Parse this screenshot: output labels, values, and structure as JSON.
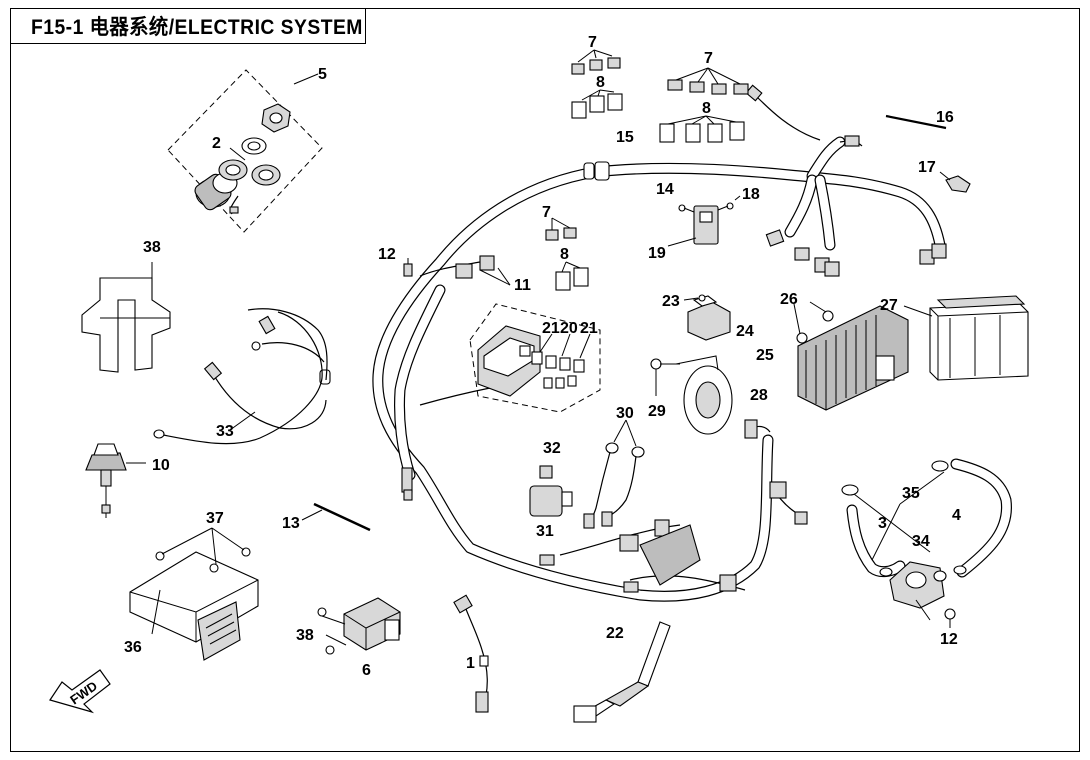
{
  "header": {
    "title": "F15-1 电器系统/ELECTRIC SYSTEM"
  },
  "fwd_arrow": {
    "text": "FWD"
  },
  "callouts": {
    "c1": "1",
    "c2": "2",
    "c3": "3",
    "c4": "4",
    "c5": "5",
    "c6": "6",
    "c7a": "7",
    "c7b": "7",
    "c7c": "7",
    "c8a": "8",
    "c8b": "8",
    "c8c": "8",
    "c10": "10",
    "c11": "11",
    "c12a": "12",
    "c12b": "12",
    "c13": "13",
    "c14": "14",
    "c15": "15",
    "c16": "16",
    "c17": "17",
    "c18": "18",
    "c19": "19",
    "c20": "20",
    "c21a": "21",
    "c21b": "21",
    "c22": "22",
    "c23": "23",
    "c24": "24",
    "c25": "25",
    "c26": "26",
    "c27": "27",
    "c28": "28",
    "c29": "29",
    "c30": "30",
    "c31": "31",
    "c32": "32",
    "c33": "33",
    "c34": "34",
    "c35": "35",
    "c36": "36",
    "c37": "37",
    "c38a": "38",
    "c38b": "38"
  }
}
